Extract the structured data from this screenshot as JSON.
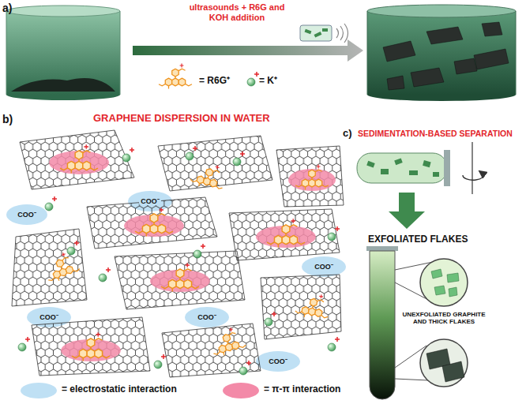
{
  "diagram": {
    "labels": [
      "a)",
      "ultrasounds + R6G and KOH addition",
      "b)",
      "GRAPHENE DISPERSION IN WATER",
      "c)",
      "SEDIMENTATION-BASED SEPARATION",
      "EXFOLIATED FLAKES",
      "UNEXFOLIATED GRAPHITE AND THICK FLAKES",
      "COO⁻",
      "COO⁻",
      "COO⁻",
      "COO⁻",
      "COO⁻",
      "COO⁻"
    ],
    "legend": [
      {
        "text": "= R6G⁺"
      },
      {
        "text": "= K⁺"
      },
      {
        "text": "= electrostatic interaction",
        "color": "#bfe0f4"
      },
      {
        "text": "= π-π interaction",
        "color": "#f38aa8"
      }
    ]
  }
}
